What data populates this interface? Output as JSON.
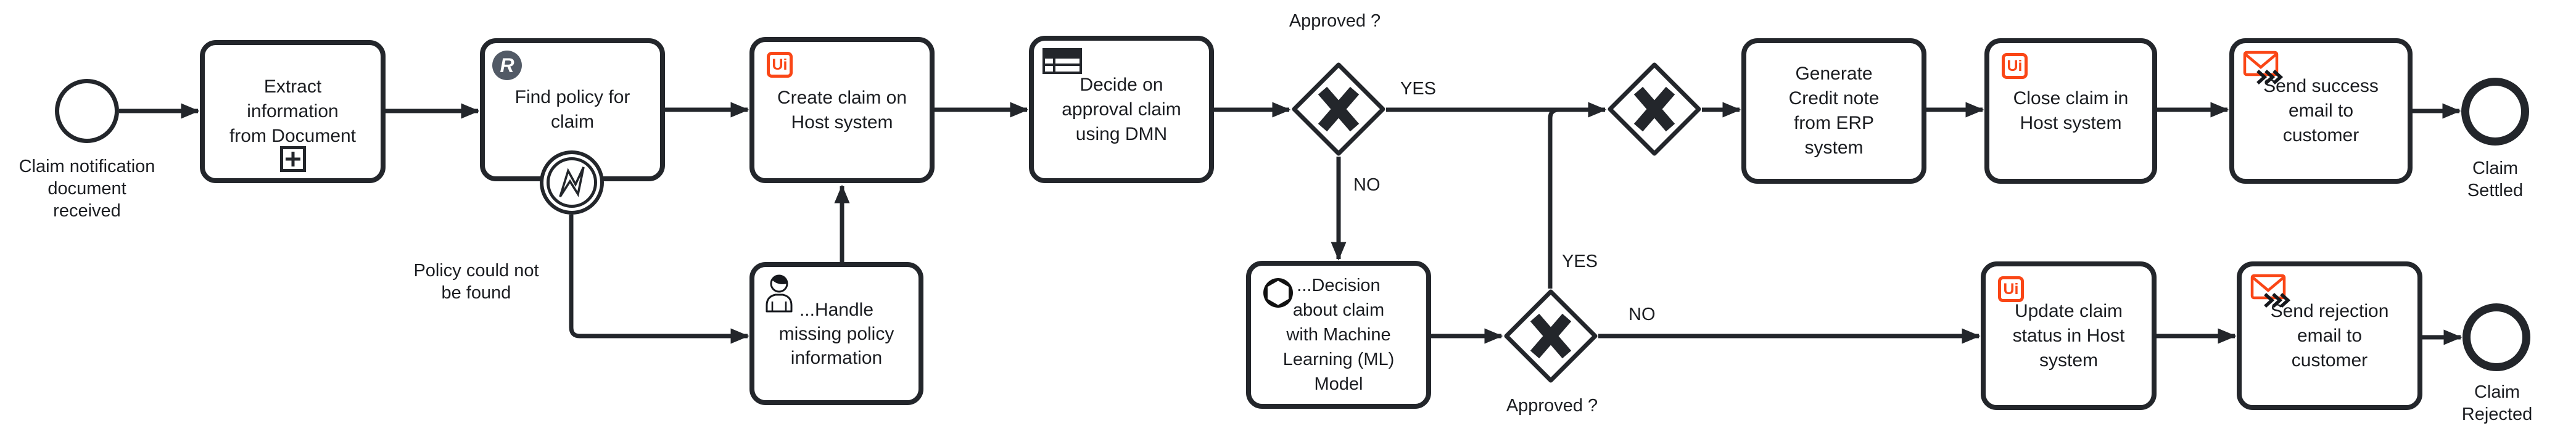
{
  "colors": {
    "stroke": "#23262B",
    "uipath_orange": "#FA4616",
    "robot_badge_bg": "#525A66",
    "text": "#1B1D21"
  },
  "process": {
    "start_event": {
      "label": "Claim notification\ndocument\nreceived"
    },
    "tasks": {
      "extract": {
        "label": "Extract\ninformation\nfrom Document",
        "marker": "subprocess-plus"
      },
      "find_policy": {
        "label": "Find policy for\nclaim",
        "icon": "rpa-robot-badge"
      },
      "create_claim": {
        "label": "Create claim on\nHost system",
        "icon": "uipath"
      },
      "decide_dmn": {
        "label": "Decide on\napproval claim\nusing DMN",
        "icon": "decision-table"
      },
      "handle_missing": {
        "label": "...Handle\nmissing policy\ninformation",
        "icon": "user"
      },
      "ml_decision": {
        "label": "...Decision\nabout claim\nwith Machine\nLearning (ML)\nModel",
        "icon": "openai"
      },
      "generate_credit": {
        "label": "Generate\nCredit note\nfrom ERP\nsystem"
      },
      "close_claim": {
        "label": "Close claim in\nHost system",
        "icon": "uipath"
      },
      "send_success": {
        "label": "Send success\nemail to\ncustomer",
        "icon": "send-email"
      },
      "update_claim": {
        "label": "Update claim\nstatus in Host\nsystem",
        "icon": "uipath"
      },
      "send_rejection": {
        "label": "Send rejection\nemail to\ncustomer",
        "icon": "send-email"
      }
    },
    "gateways": {
      "approved_1": {
        "label": "Approved ?",
        "yes": "YES",
        "no": "NO"
      },
      "approved_2": {
        "label": "Approved ?",
        "yes": "YES",
        "no": "NO"
      },
      "merge": {
        "label": ""
      }
    },
    "boundary_event": {
      "type": "error",
      "attached_to": "find_policy",
      "label": "Policy could not\nbe found"
    },
    "end_events": {
      "settled": {
        "label": "Claim Settled"
      },
      "rejected": {
        "label": "Claim Rejected"
      }
    },
    "badges": {
      "uipath_text": "Ui",
      "robot_text": "R"
    }
  }
}
